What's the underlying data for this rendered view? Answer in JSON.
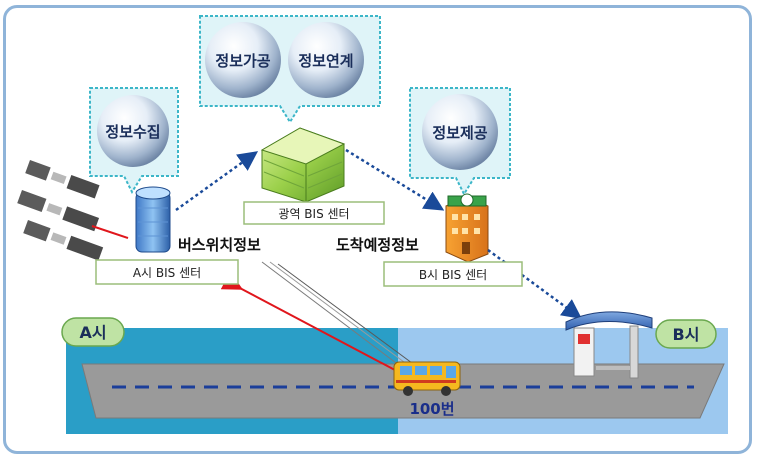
{
  "bubbles": {
    "collect": "정보수집",
    "process": "정보가공",
    "link": "정보연계",
    "provide": "정보제공"
  },
  "centers": {
    "regional": "광역 BIS 센터",
    "city_a": "A시 BIS 센터",
    "city_b": "B시 BIS 센터"
  },
  "labels": {
    "bus_position": "버스위치정보",
    "arrival_prediction": "도착예정정보",
    "bus_number": "100번"
  },
  "zones": {
    "a": "A시",
    "b": "B시"
  },
  "colors": {
    "frame_border": "#8fb4d9",
    "zone_a": "#2a9ec7",
    "zone_b": "#9cc8ef",
    "road": "#9a9a9a",
    "lane": "#1b3e9a",
    "arrow": "#1a4a99",
    "gps_line": "#e0161c",
    "callout_fill": "#dff4f8",
    "callout_border": "#3cb6c8"
  }
}
